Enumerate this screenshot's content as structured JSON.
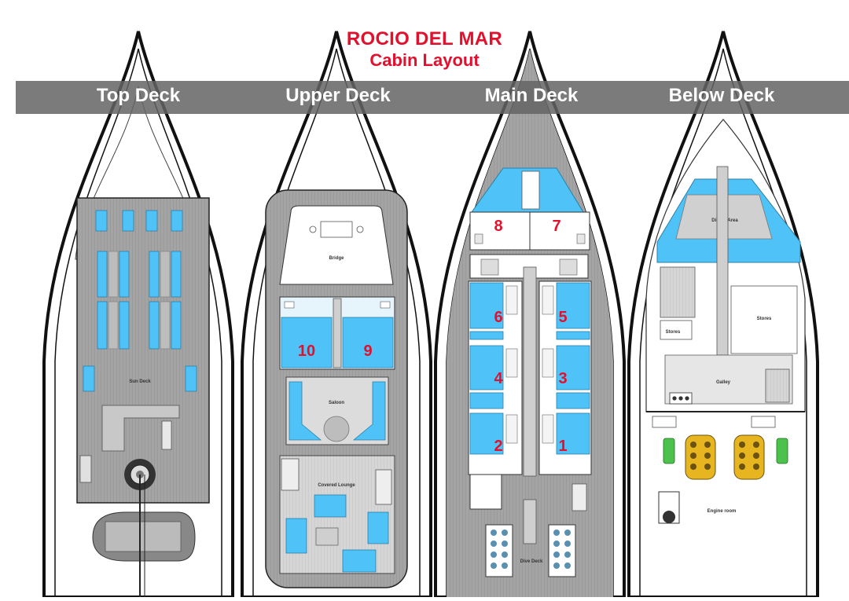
{
  "header": {
    "vessel_name": "ROCIO DEL MAR",
    "subtitle": "Cabin Layout"
  },
  "decks": [
    {
      "name": "Top Deck",
      "areas": [
        "Sun Deck"
      ]
    },
    {
      "name": "Upper Deck",
      "areas": [
        "Bridge",
        "Saloon",
        "Covered Lounge"
      ]
    },
    {
      "name": "Main Deck",
      "areas": [
        "Dive Deck"
      ]
    },
    {
      "name": "Below Deck",
      "areas": [
        "Dining Area",
        "Stores",
        "Stores",
        "Galley",
        "Engine room"
      ]
    }
  ],
  "cabins": {
    "upper": [
      "10",
      "9"
    ],
    "main": [
      "8",
      "7",
      "6",
      "5",
      "4",
      "3",
      "2",
      "1"
    ]
  },
  "colors": {
    "accent": "#e3102d",
    "cabin_fill": "#4fc3f7",
    "deck_grey": "#a9a9a9"
  }
}
